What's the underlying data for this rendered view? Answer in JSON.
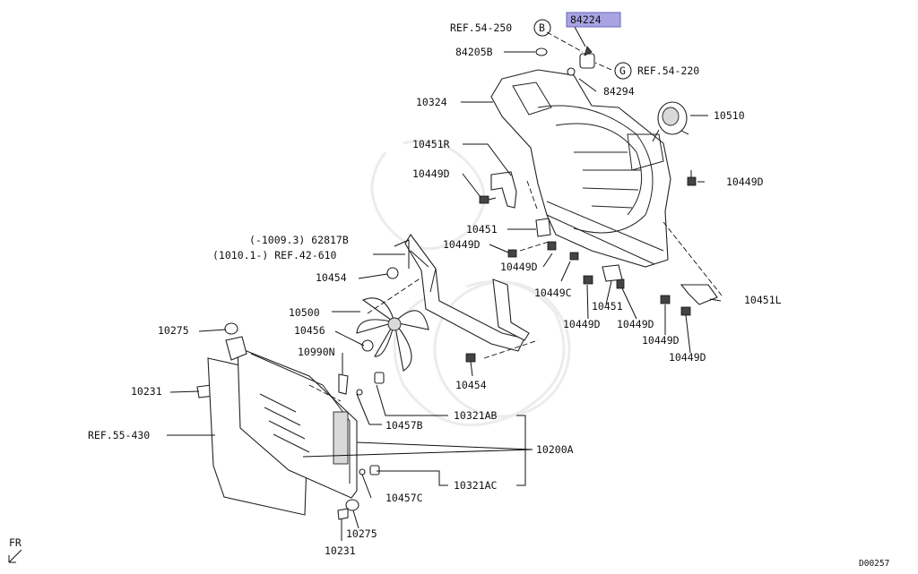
{
  "diagram": {
    "highlighted_part": "84224",
    "callouts": {
      "ref_54_250": "REF.54-250",
      "ref_54_220": "REF.54-220",
      "circle_b": "B",
      "circle_g": "G",
      "p84205b": "84205B",
      "p84294": "84294",
      "p10324": "10324",
      "p10510": "10510",
      "p10451r": "10451R",
      "p10449d_left": "10449D",
      "p10449d_right": "10449D",
      "p10451_top": "10451",
      "p10449d_mid1": "10449D",
      "p10449d_mid2": "10449D",
      "p62817b": "(-1009.3) 62817B",
      "ref_42_610": "(1010.1-) REF.42-610",
      "p10454_top": "10454",
      "p10449c": "10449C",
      "p10451_mid": "10451",
      "p10451l": "10451L",
      "p10449d_low1": "10449D",
      "p10449d_low2": "10449D",
      "p10449d_low3": "10449D",
      "p10449d_low4": "10449D",
      "p10500": "10500",
      "p10275_top": "10275",
      "p10456": "10456",
      "p10990n": "10990N",
      "p10454_bottom": "10454",
      "p10231_top": "10231",
      "p10457b": "10457B",
      "p10321ab": "10321AB",
      "ref_55_430": "REF.55-430",
      "p10200a": "10200A",
      "p10457c": "10457C",
      "p10321ac": "10321AC",
      "p10275_bottom": "10275",
      "p10231_bottom": "10231"
    },
    "fr_label": "FR",
    "diagram_code": "D00257"
  }
}
